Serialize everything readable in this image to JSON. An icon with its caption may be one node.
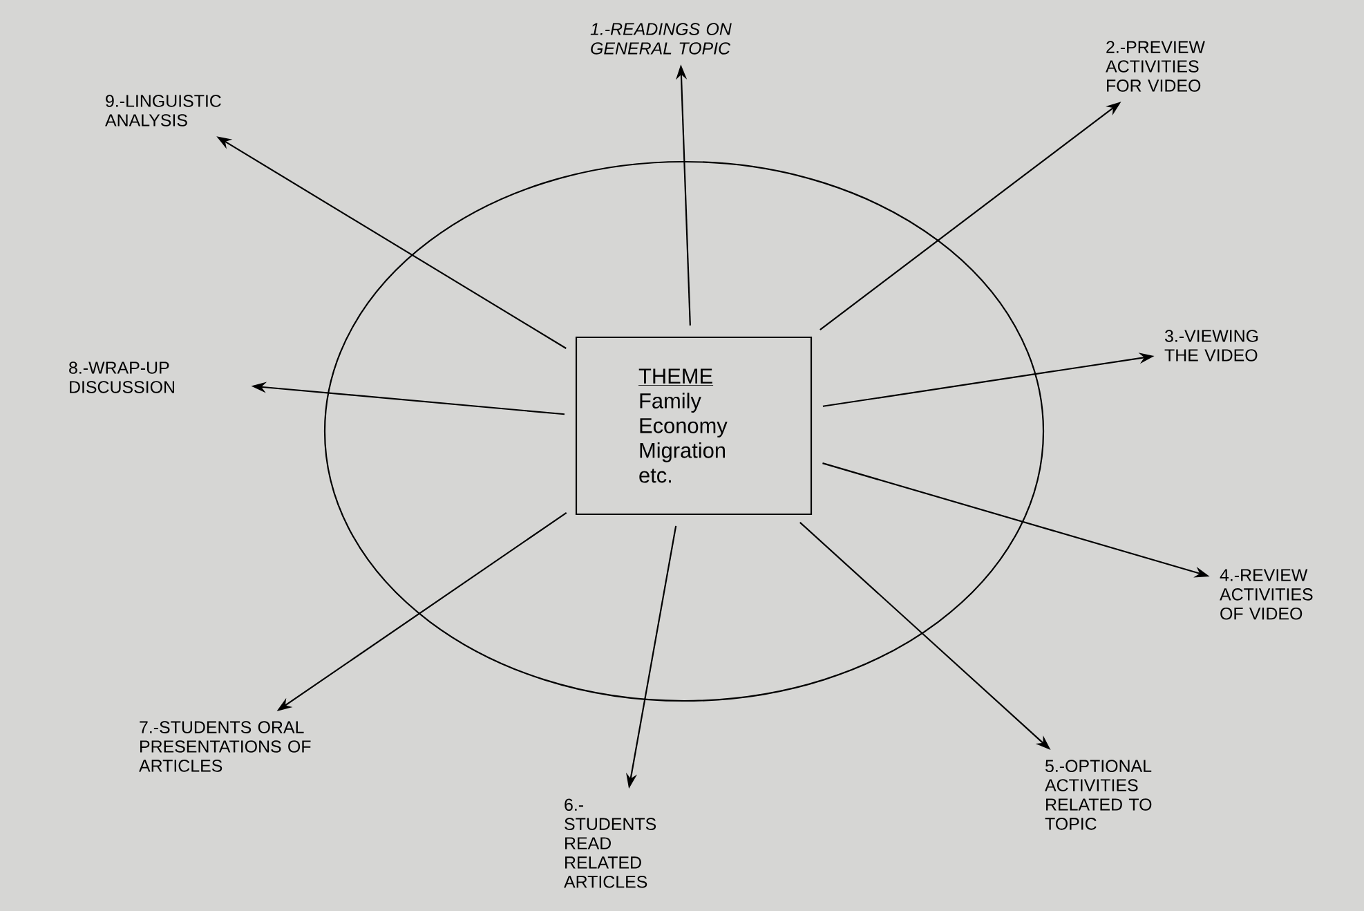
{
  "diagram": {
    "nodes": [
      {
        "text": [],
        "shape": "ellipse"
      },
      {
        "text": [
          "THEME",
          "Family Economy Migration etc."
        ],
        "in": 0
      },
      {
        "text": [
          "1.-READINGS ON GENERAL TOPIC"
        ]
      },
      {
        "text": [
          "2.-PREVIEW ACTIVITIES FOR VIDEO"
        ]
      },
      {
        "text": [
          "3.-VIEWING THE VIDEO"
        ]
      },
      {
        "text": [
          "4.-REVIEW ACTIVITIES OF VIDEO"
        ]
      },
      {
        "text": [
          "5.-OPTIONAL ACTIVITIES RELATED TO TOPIC"
        ]
      },
      {
        "text": [
          "6.-STUDENTS READ RELATED ARTICLES"
        ]
      },
      {
        "text": [
          "7.-STUDENTS ORAL PRESENTATIONS OF ARTICLES"
        ]
      },
      {
        "text": [
          "8.-WRAP-UP DISCUSSION"
        ]
      },
      {
        "text": [
          "9.-LINGUISTIC ANALYSIS"
        ]
      }
    ],
    "edges": [
      {
        "from": 1,
        "to": 2,
        "arrow": "to"
      },
      {
        "from": 1,
        "to": 3,
        "arrow": "to"
      },
      {
        "from": 1,
        "to": 4,
        "arrow": "to"
      },
      {
        "from": 1,
        "to": 5,
        "arrow": "to"
      },
      {
        "from": 1,
        "to": 6,
        "arrow": "to"
      },
      {
        "from": 1,
        "to": 7,
        "arrow": "to"
      },
      {
        "from": 1,
        "to": 8,
        "arrow": "to"
      },
      {
        "from": 1,
        "to": 9,
        "arrow": "to"
      },
      {
        "from": 1,
        "to": 10,
        "arrow": "to"
      }
    ]
  }
}
